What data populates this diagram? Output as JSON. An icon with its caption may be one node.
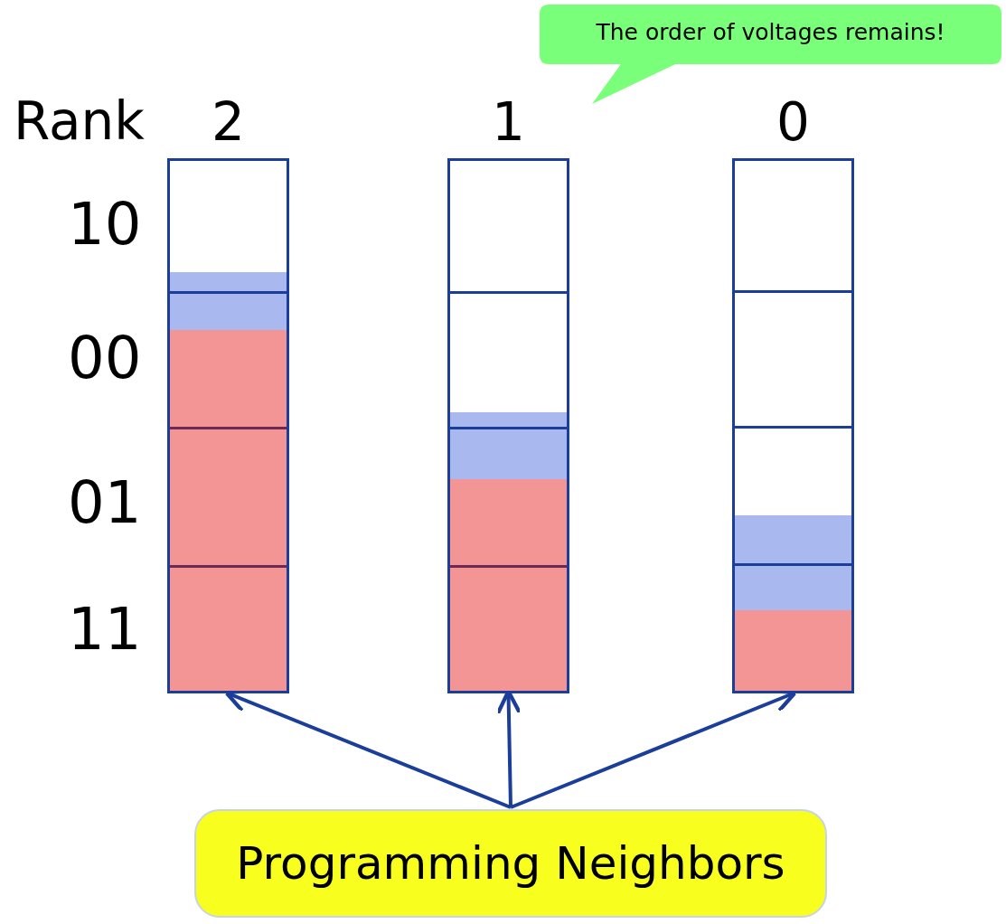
{
  "diagram": {
    "nodes": [
      {
        "text": [
          "The order of voltages remains!"
        ]
      },
      {
        "text": [
          "2"
        ]
      },
      {
        "text": [
          "1"
        ]
      },
      {
        "text": [
          "0"
        ]
      },
      {
        "text": [
          "Programming Neighbors"
        ]
      }
    ],
    "edges": [
      {
        "from": 4,
        "to": 1,
        "arrow": "to"
      },
      {
        "from": 4,
        "to": 2,
        "arrow": "to"
      },
      {
        "from": 4,
        "to": 3,
        "arrow": "to"
      }
    ],
    "labels": [
      "Rank",
      "10",
      "00",
      "01",
      "11"
    ]
  }
}
